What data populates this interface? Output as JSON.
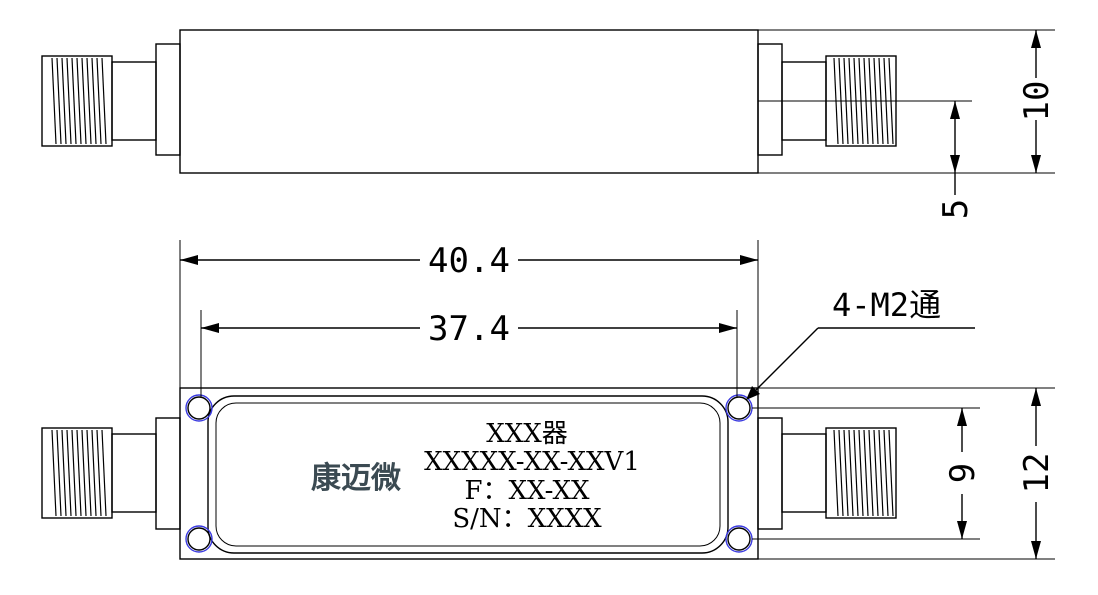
{
  "dimensions": {
    "top_height": "10",
    "top_offset": "5",
    "overall_length": "40.4",
    "hole_spacing": "37.4",
    "hole_callout": "4-M2通",
    "hole_vertical_spacing": "9",
    "bottom_height": "12"
  },
  "label": {
    "brand": "康迈微",
    "line1": "XXX器",
    "line2": "XXXXX-XX-XXV1",
    "line3": "F：XX-XX",
    "line4": "S/N：XXXX"
  }
}
